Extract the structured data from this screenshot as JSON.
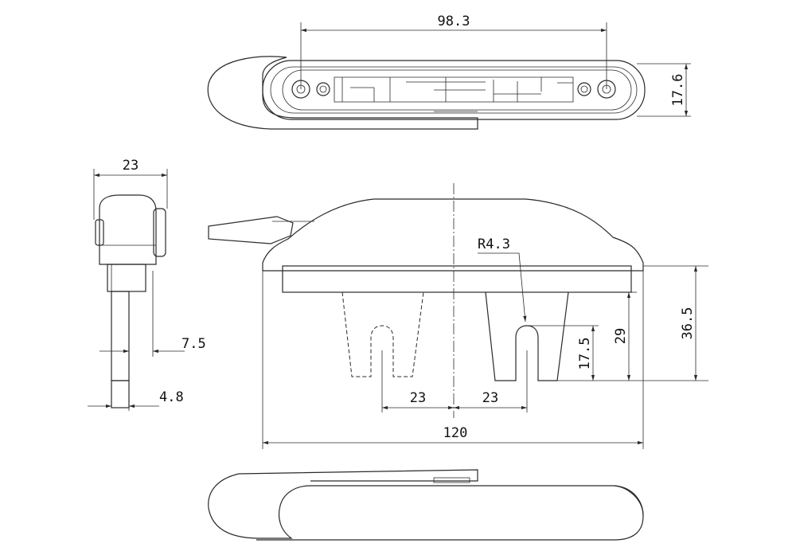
{
  "dimensions": {
    "top_width": "98.3",
    "top_height": "17.6",
    "side_width": "23",
    "side_stem": "7.5",
    "side_tip": "4.8",
    "radius": "R4.3",
    "front_left_offset": "23",
    "front_right_offset": "23",
    "front_total_width": "120",
    "slot_depth": "17.5",
    "leg_height": "29",
    "total_height": "36.5"
  }
}
